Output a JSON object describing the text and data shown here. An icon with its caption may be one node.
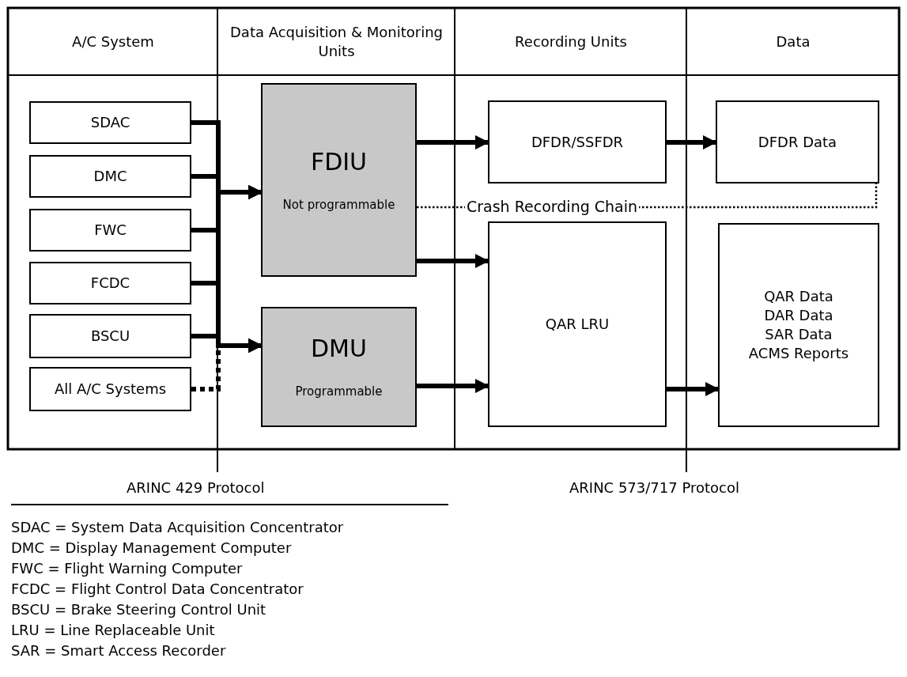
{
  "diagram": {
    "nodes": [
      {
        "text": [
          "A/C System"
        ]
      },
      {
        "text": [
          "Data Acquisition & Monitoring Units"
        ]
      },
      {
        "text": [
          "Recording Units"
        ]
      },
      {
        "text": [
          "Data"
        ]
      },
      {
        "text": [
          "SDAC"
        ]
      },
      {
        "text": [
          "DMC"
        ]
      },
      {
        "text": [
          "FWC"
        ]
      },
      {
        "text": [
          "FCDC"
        ]
      },
      {
        "text": [
          "BSCU"
        ]
      },
      {
        "text": [
          "All A/C Systems"
        ]
      },
      {
        "text": [
          "FDIU",
          "Not programmable"
        ]
      },
      {
        "text": [
          "DMU",
          "Programmable"
        ]
      },
      {
        "text": [
          "DFDR/SSFDR"
        ]
      },
      {
        "text": [
          "QAR LRU"
        ]
      },
      {
        "text": [
          "DFDR Data"
        ]
      },
      {
        "text": [
          "QAR Data",
          "DAR Data",
          "SAR Data",
          "ACMS Reports"
        ]
      }
    ],
    "edges": [
      {
        "from": 4,
        "to": 10,
        "arrow": "to"
      },
      {
        "from": 5,
        "to": 10,
        "arrow": "to"
      },
      {
        "from": 6,
        "to": 10,
        "arrow": "to"
      },
      {
        "from": 7,
        "to": 10,
        "arrow": "to"
      },
      {
        "from": 8,
        "to": 10,
        "arrow": "to"
      },
      {
        "from": 4,
        "to": 11,
        "arrow": "to"
      },
      {
        "from": 5,
        "to": 11,
        "arrow": "to"
      },
      {
        "from": 6,
        "to": 11,
        "arrow": "to"
      },
      {
        "from": 7,
        "to": 11,
        "arrow": "to"
      },
      {
        "from": 8,
        "to": 11,
        "arrow": "to"
      },
      {
        "from": 9,
        "to": 10,
        "arrow": "to",
        "style": "dashed"
      },
      {
        "from": 9,
        "to": 11,
        "arrow": "to",
        "style": "dashed"
      },
      {
        "from": 10,
        "to": 12,
        "arrow": "to"
      },
      {
        "from": 10,
        "to": 13,
        "arrow": "to"
      },
      {
        "from": 11,
        "to": 13,
        "arrow": "to"
      },
      {
        "from": 12,
        "to": 14,
        "arrow": "to"
      },
      {
        "from": 13,
        "to": 15,
        "arrow": "to"
      },
      {
        "from": 10,
        "to": 14,
        "arrow": "none",
        "label": "Crash Recording Chain",
        "style": "dashed"
      }
    ],
    "labels": [
      "ARINC 429 Protocol",
      "ARINC 573/717 Protocol",
      "SDAC = System Data Acquisition Concentrator",
      "DMC = Display Management Computer",
      "FWC = Flight Warning Computer",
      "FCDC = Flight Control Data Concentrator",
      "BSCU = Brake Steering Control Unit",
      "LRU = Line Replaceable Unit",
      "SAR = Smart Access Recorder"
    ]
  }
}
